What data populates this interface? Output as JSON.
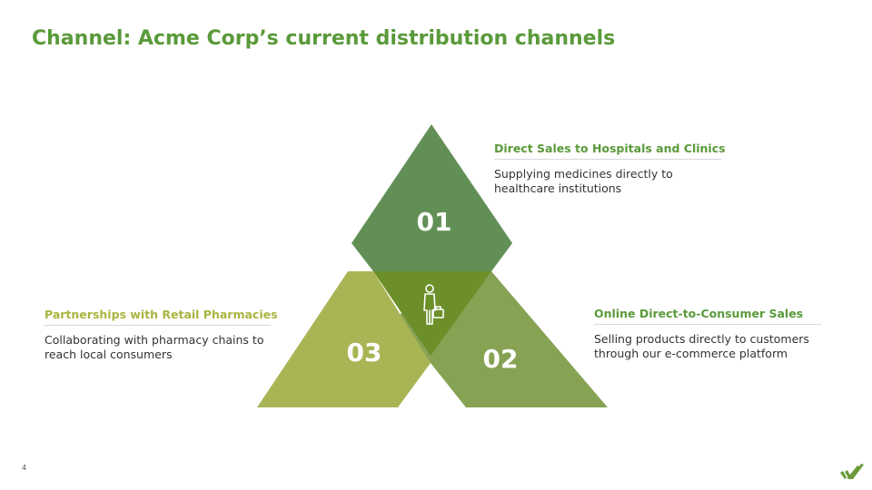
{
  "title": "Channel: Acme Corp’s current distribution channels",
  "colors": {
    "title": "#5a9a3a",
    "triangle_01": "#628f55",
    "triangle_02": "#86a253",
    "triangle_03": "#a9b555",
    "center": "#6c8f2a",
    "head_green": "#5a9a3a",
    "head_lime": "#a9b53f"
  },
  "segments": [
    {
      "number": "01",
      "heading": "Direct Sales to Hospitals and Clinics",
      "description": "Supplying medicines directly to healthcare institutions"
    },
    {
      "number": "02",
      "heading": "Online Direct-to-Consumer Sales",
      "description": "Selling products directly to customers through our e-commerce platform"
    },
    {
      "number": "03",
      "heading": "Partnerships with Retail Pharmacies",
      "description": "Collaborating with pharmacy chains to reach local consumers"
    }
  ],
  "center_icon": "person-with-briefcase-icon",
  "logo_icon": "check-stripes-logo",
  "page_number": "4"
}
